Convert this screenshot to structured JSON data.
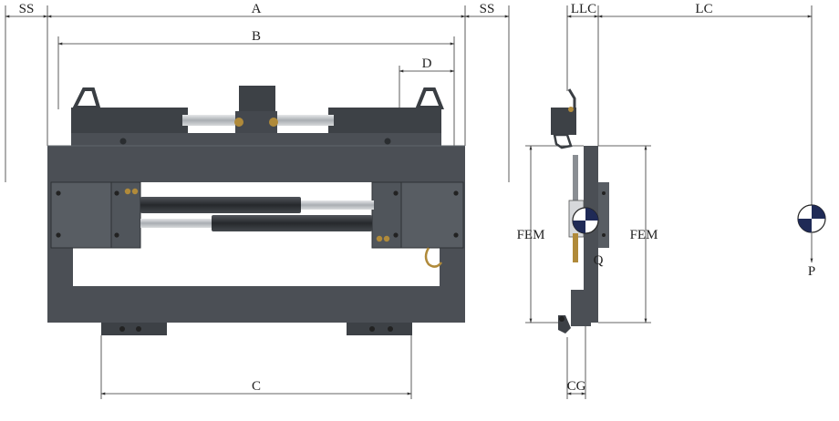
{
  "colors": {
    "frame": "#4b4f55",
    "frame_dark": "#3a3e43",
    "frame_light": "#5a5f66",
    "plate": "#585d63",
    "rod": "#c9ccd0",
    "cylinder": "#2f3236",
    "dim_line": "#333333",
    "brass": "#b08a3a"
  },
  "front_view": {
    "dimensions": {
      "ss_left": "SS",
      "a": "A",
      "ss_right": "SS",
      "b": "B",
      "d": "D",
      "c": "C"
    }
  },
  "side_view": {
    "dimensions": {
      "llc": "LLC",
      "lc": "LC",
      "fem_left": "FEM",
      "fem_right": "FEM",
      "cg": "CG",
      "q": "Q",
      "p": "P"
    }
  }
}
